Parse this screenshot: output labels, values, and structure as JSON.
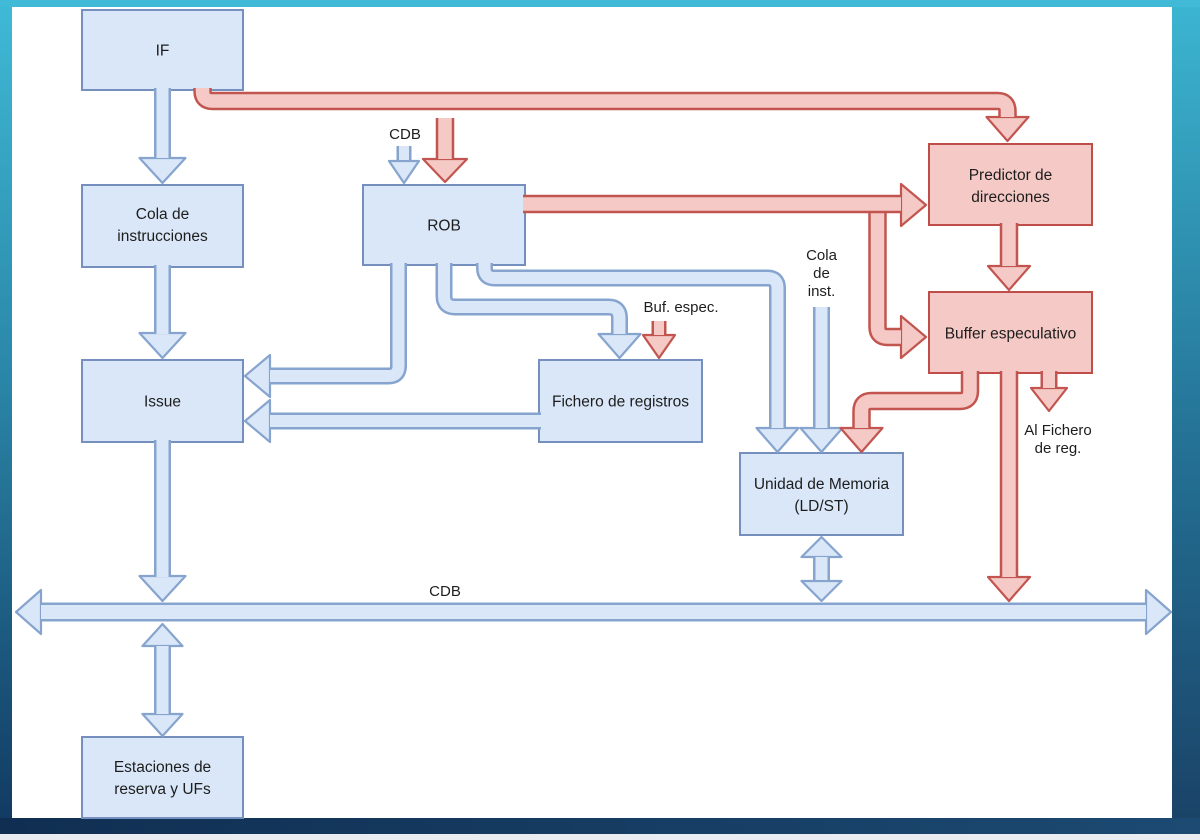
{
  "colors": {
    "blue_fill": "#d9e7f8",
    "blue_stroke": "#86a4ce",
    "blue_box_stroke": "#7590bf",
    "red_fill": "#f5c9c5",
    "red_stroke": "#c2554f",
    "red_box_stroke": "#bf4d49",
    "frame_cyan": "#40bad6",
    "frame_teal_mid": "#1d5f85",
    "frame_navy": "#12355c",
    "frame_bottom_strip": "#e9ecf0",
    "text": "#1d1d1d"
  },
  "boxes": {
    "if": {
      "label": "IF"
    },
    "cola_instrucciones": {
      "lines": [
        "Cola de",
        "instrucciones"
      ]
    },
    "rob": {
      "label": "ROB"
    },
    "issue": {
      "label": "Issue"
    },
    "fichero_registros": {
      "label": "Fichero de registros"
    },
    "unidad_memoria": {
      "lines": [
        "Unidad de Memoria",
        "(LD/ST)"
      ]
    },
    "predictor_direcciones": {
      "lines": [
        "Predictor de",
        "direcciones"
      ]
    },
    "buffer_especulativo": {
      "label": "Buffer especulativo"
    },
    "estaciones_reserva": {
      "lines": [
        "Estaciones de",
        "reserva y UFs"
      ]
    }
  },
  "labels": {
    "cdb_rob": "CDB",
    "cdb_bus": "CDB",
    "buf_espec": "Buf. espec.",
    "cola_inst": [
      "Cola",
      "de",
      "inst."
    ],
    "al_fichero": [
      "Al Fichero",
      "de reg."
    ]
  }
}
